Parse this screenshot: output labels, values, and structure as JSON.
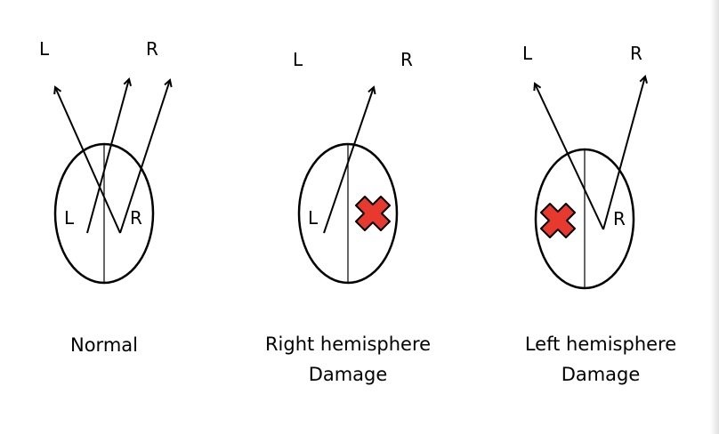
{
  "panels": [
    {
      "id": "normal",
      "outer_left": "L",
      "outer_right": "R",
      "inner_left": "L",
      "inner_right": "R",
      "caption_line1": "Normal",
      "caption_line2": ""
    },
    {
      "id": "right-damage",
      "outer_left": "L",
      "outer_right": "R",
      "inner_left": "L",
      "inner_right": "",
      "caption_line1": "Right hemisphere",
      "caption_line2": "Damage"
    },
    {
      "id": "left-damage",
      "outer_left": "L",
      "outer_right": "R",
      "inner_left": "",
      "inner_right": "R",
      "caption_line1": "Left hemisphere",
      "caption_line2": "Damage"
    }
  ],
  "colors": {
    "lesion": "#e8392f",
    "lines": "#000000",
    "background": "#ffffff"
  },
  "icons": {
    "lesion_marker": "x-mark-icon",
    "arrow": "arrow-icon"
  }
}
